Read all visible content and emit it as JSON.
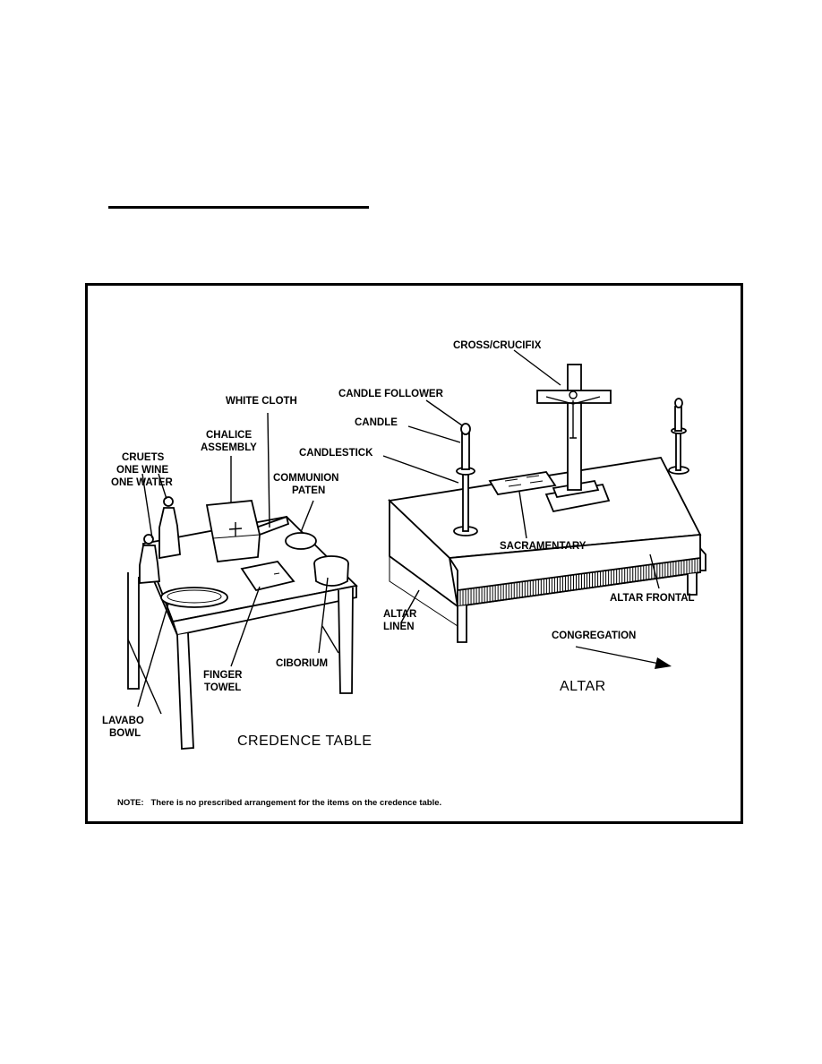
{
  "labels": {
    "cross": "CROSS/CRUCIFIX",
    "candle_follower": "CANDLE FOLLOWER",
    "candle": "CANDLE",
    "candlestick": "CANDLESTICK",
    "white_cloth": "WHITE CLOTH",
    "chalice_line1": "CHALICE",
    "chalice_line2": "ASSEMBLY",
    "cruets_line1": "CRUETS",
    "cruets_line2": "ONE WINE",
    "cruets_line3": "ONE WATER",
    "paten_line1": "COMMUNION",
    "paten_line2": "PATEN",
    "sacramentary": "SACRAMENTARY",
    "altar_frontal": "ALTAR FRONTAL",
    "altar_linen_line1": "ALTAR",
    "altar_linen_line2": "LINEN",
    "congregation": "CONGREGATION",
    "finger_towel_line1": "FINGER",
    "finger_towel_line2": "TOWEL",
    "ciborium": "CIBORIUM",
    "lavabo_line1": "LAVABO",
    "lavabo_line2": "BOWL",
    "altar": "ALTAR",
    "credence_table": "CREDENCE TABLE"
  },
  "note": "NOTE:   There is no prescribed arrangement for the items on the credence table."
}
